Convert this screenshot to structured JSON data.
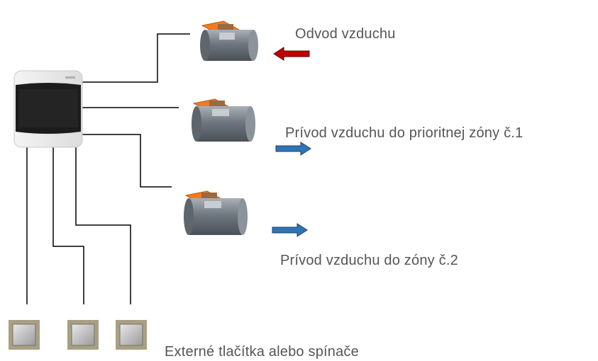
{
  "labels": {
    "exhaust": "Odvod vzduchu",
    "supply_priority": "Prívod vzduchu do prioritnej zóny č.1",
    "supply_zone2": "Prívod vzduchu do zóny č.2",
    "buttons": "Externé tlačítka alebo spínače"
  },
  "colors": {
    "exhaust_arrow": "#c00000",
    "supply_arrow": "#2e75b6",
    "wire": "#000000",
    "actuator": "#f07c22",
    "valve_body": "#7f8790",
    "button_frame": "#a89f85",
    "button_face": "#b5b5b5"
  },
  "icons": {
    "controller": "control-unit-icon",
    "valve": "damper-valve-icon",
    "button": "wall-switch-icon"
  }
}
